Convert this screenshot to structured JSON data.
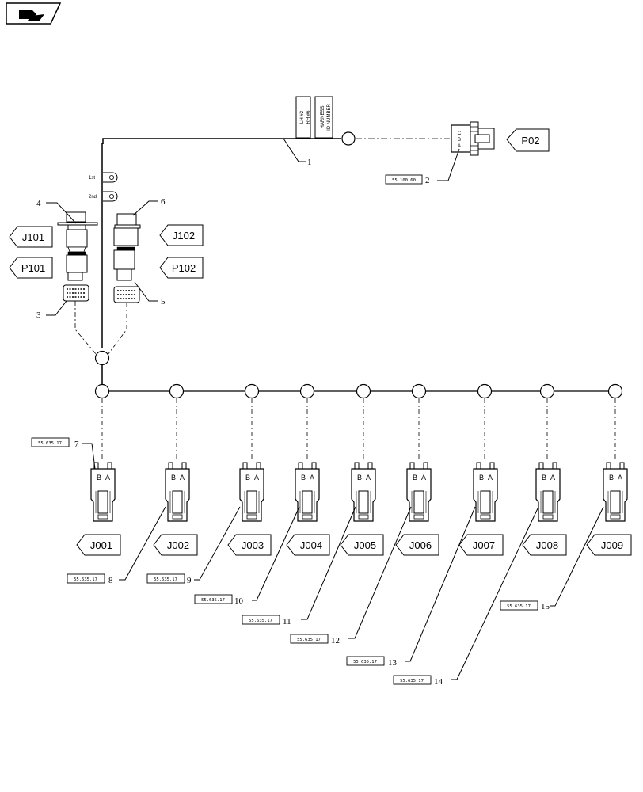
{
  "labels": {
    "lh": "LH #2",
    "rh": "RH #6",
    "harness": "HARNESS",
    "id_number": "ID NUMBER",
    "first": "1st",
    "second": "2nd",
    "pin_a": "A",
    "pin_b": "B",
    "pin_c": "C"
  },
  "tags": {
    "p02": "P02",
    "j101": "J101",
    "p101": "P101",
    "j102": "J102",
    "p102": "P102",
    "j001": "J001",
    "j002": "J002",
    "j003": "J003",
    "j004": "J004",
    "j005": "J005",
    "j006": "J006",
    "j007": "J007",
    "j008": "J008",
    "j009": "J009"
  },
  "refs": {
    "r2": "55.100.60",
    "r7": "55.635.17",
    "r8": "55.635.17",
    "r9": "55.635.17",
    "r10": "55.635.17",
    "r11": "55.635.17",
    "r12": "55.635.17",
    "r13": "55.635.17",
    "r14": "55.635.17",
    "r15": "55.635.17"
  },
  "callouts": {
    "c1": "1",
    "c2": "2",
    "c3": "3",
    "c4": "4",
    "c5": "5",
    "c6": "6",
    "c7": "7",
    "c8": "8",
    "c9": "9",
    "c10": "10",
    "c11": "11",
    "c12": "12",
    "c13": "13",
    "c14": "14",
    "c15": "15"
  }
}
